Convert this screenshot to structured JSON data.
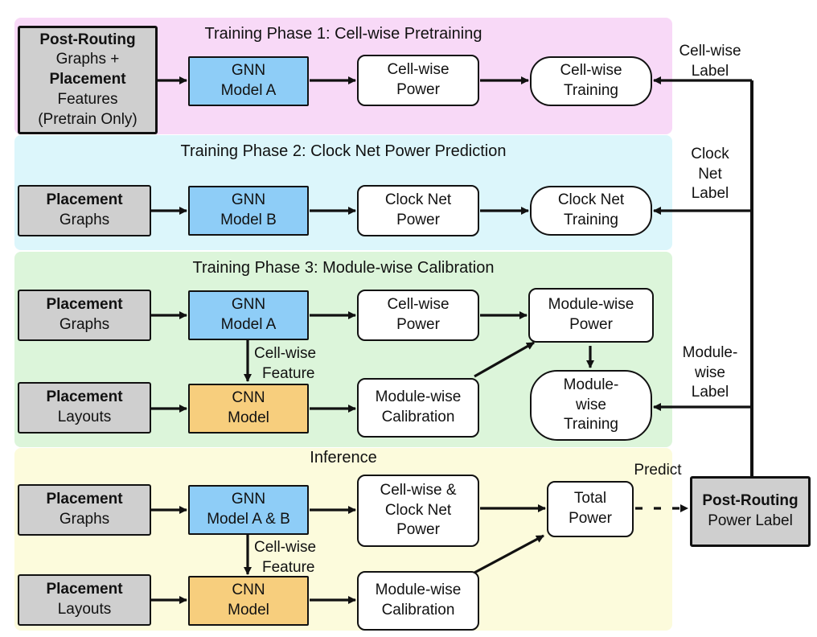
{
  "phases": {
    "phase1": {
      "title": "Training Phase 1: Cell-wise Pretraining",
      "color": "#f8d9f7"
    },
    "phase2": {
      "title": "Training Phase 2: Clock Net Power Prediction",
      "color": "#dcf6fb"
    },
    "phase3": {
      "title": "Training Phase 3: Module-wise Calibration",
      "color": "#dcf5da"
    },
    "inference": {
      "title": "Inference",
      "color": "#fcfbdc"
    }
  },
  "nodes": {
    "p1_input": {
      "line1": "Post-Routing",
      "line2": "Graphs +",
      "line3": "Placement",
      "line4": "Features",
      "line5": "(Pretrain Only)"
    },
    "p1_gnn": {
      "line1": "GNN",
      "line2": "Model A"
    },
    "p1_power": {
      "line1": "Cell-wise",
      "line2": "Power"
    },
    "p1_training": {
      "line1": "Cell-wise",
      "line2": "Training"
    },
    "p2_input": {
      "line1": "Placement",
      "line2": "Graphs"
    },
    "p2_gnn": {
      "line1": "GNN",
      "line2": "Model B"
    },
    "p2_power": {
      "line1": "Clock Net",
      "line2": "Power"
    },
    "p2_training": {
      "line1": "Clock Net",
      "line2": "Training"
    },
    "p3_graphs": {
      "line1": "Placement",
      "line2": "Graphs"
    },
    "p3_gnn": {
      "line1": "GNN",
      "line2": "Model A"
    },
    "p3_cellpower": {
      "line1": "Cell-wise",
      "line2": "Power"
    },
    "p3_modpower": {
      "line1": "Module-wise",
      "line2": "Power"
    },
    "p3_layouts": {
      "line1": "Placement",
      "line2": "Layouts"
    },
    "p3_cnn": {
      "line1": "CNN",
      "line2": "Model"
    },
    "p3_calib": {
      "line1": "Module-wise",
      "line2": "Calibration"
    },
    "p3_training": {
      "line1": "Module-",
      "line2": "wise",
      "line3": "Training"
    },
    "inf_graphs": {
      "line1": "Placement",
      "line2": "Graphs"
    },
    "inf_gnn": {
      "line1": "GNN",
      "line2": "Model A & B"
    },
    "inf_power": {
      "line1": "Cell-wise &",
      "line2": "Clock Net",
      "line3": "Power"
    },
    "inf_total": {
      "line1": "Total",
      "line2": "Power"
    },
    "inf_layouts": {
      "line1": "Placement",
      "line2": "Layouts"
    },
    "inf_cnn": {
      "line1": "CNN",
      "line2": "Model"
    },
    "inf_calib": {
      "line1": "Module-wise",
      "line2": "Calibration"
    },
    "label_box": {
      "line1": "Post-Routing",
      "line2": "Power Label"
    }
  },
  "edge_labels": {
    "cellwise_label": {
      "line1": "Cell-wise",
      "line2": "Label"
    },
    "clocknet_label": {
      "line1": "Clock",
      "line2": "Net",
      "line3": "Label"
    },
    "modulewise_label": {
      "line1": "Module-",
      "line2": "wise",
      "line3": "Label"
    },
    "p3_feature": {
      "line1": "Cell-wise",
      "line2": "Feature"
    },
    "inf_feature": {
      "line1": "Cell-wise",
      "line2": "Feature"
    },
    "predict": "Predict"
  }
}
